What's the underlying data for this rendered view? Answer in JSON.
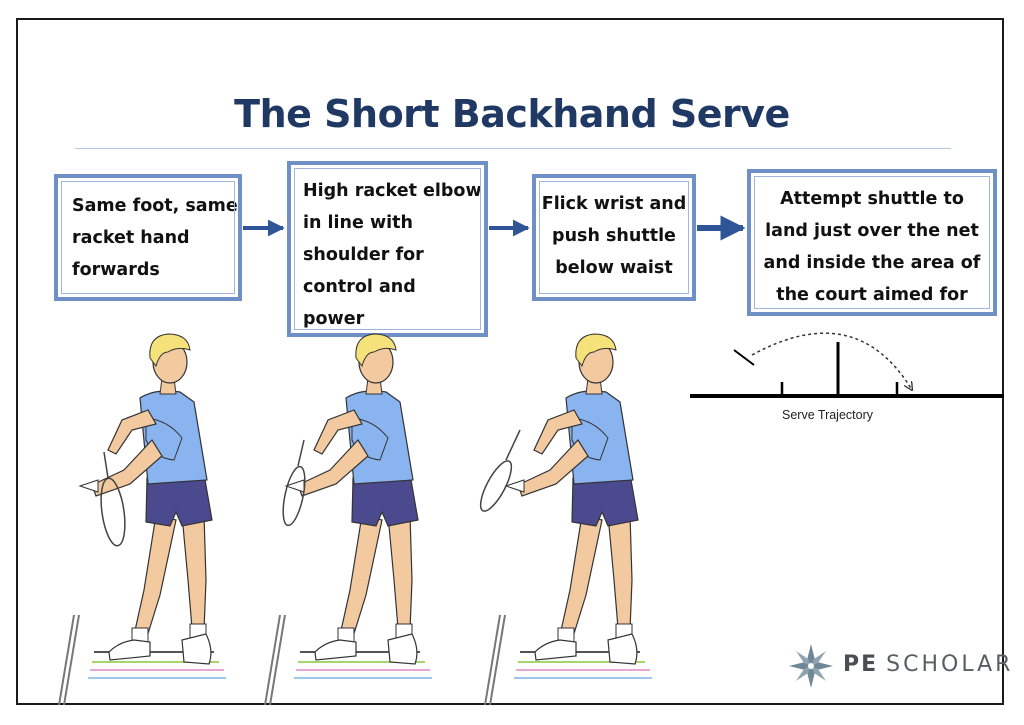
{
  "title": "The Short Backhand Serve",
  "steps": [
    {
      "text": "Same foot, same\nracket hand\nforwards"
    },
    {
      "text": "High racket elbow\nin line with\nshoulder for\ncontrol and\npower"
    },
    {
      "text": "Flick wrist and\npush shuttle\nbelow waist"
    },
    {
      "text": "Attempt shuttle to\nland just over the net\nand inside the area of\nthe court aimed for"
    }
  ],
  "trajectory": {
    "label": "Serve Trajectory"
  },
  "brand": {
    "bold": "PE",
    "rest": "SCHOLAR"
  },
  "colors": {
    "title": "#1f3864",
    "box_border": "#6f8fc7",
    "arrow": "#2f5597",
    "shirt": "#8ab4f0",
    "shorts": "#4b4a8f",
    "skin": "#f3c9a0",
    "hair": "#f6e27a"
  }
}
